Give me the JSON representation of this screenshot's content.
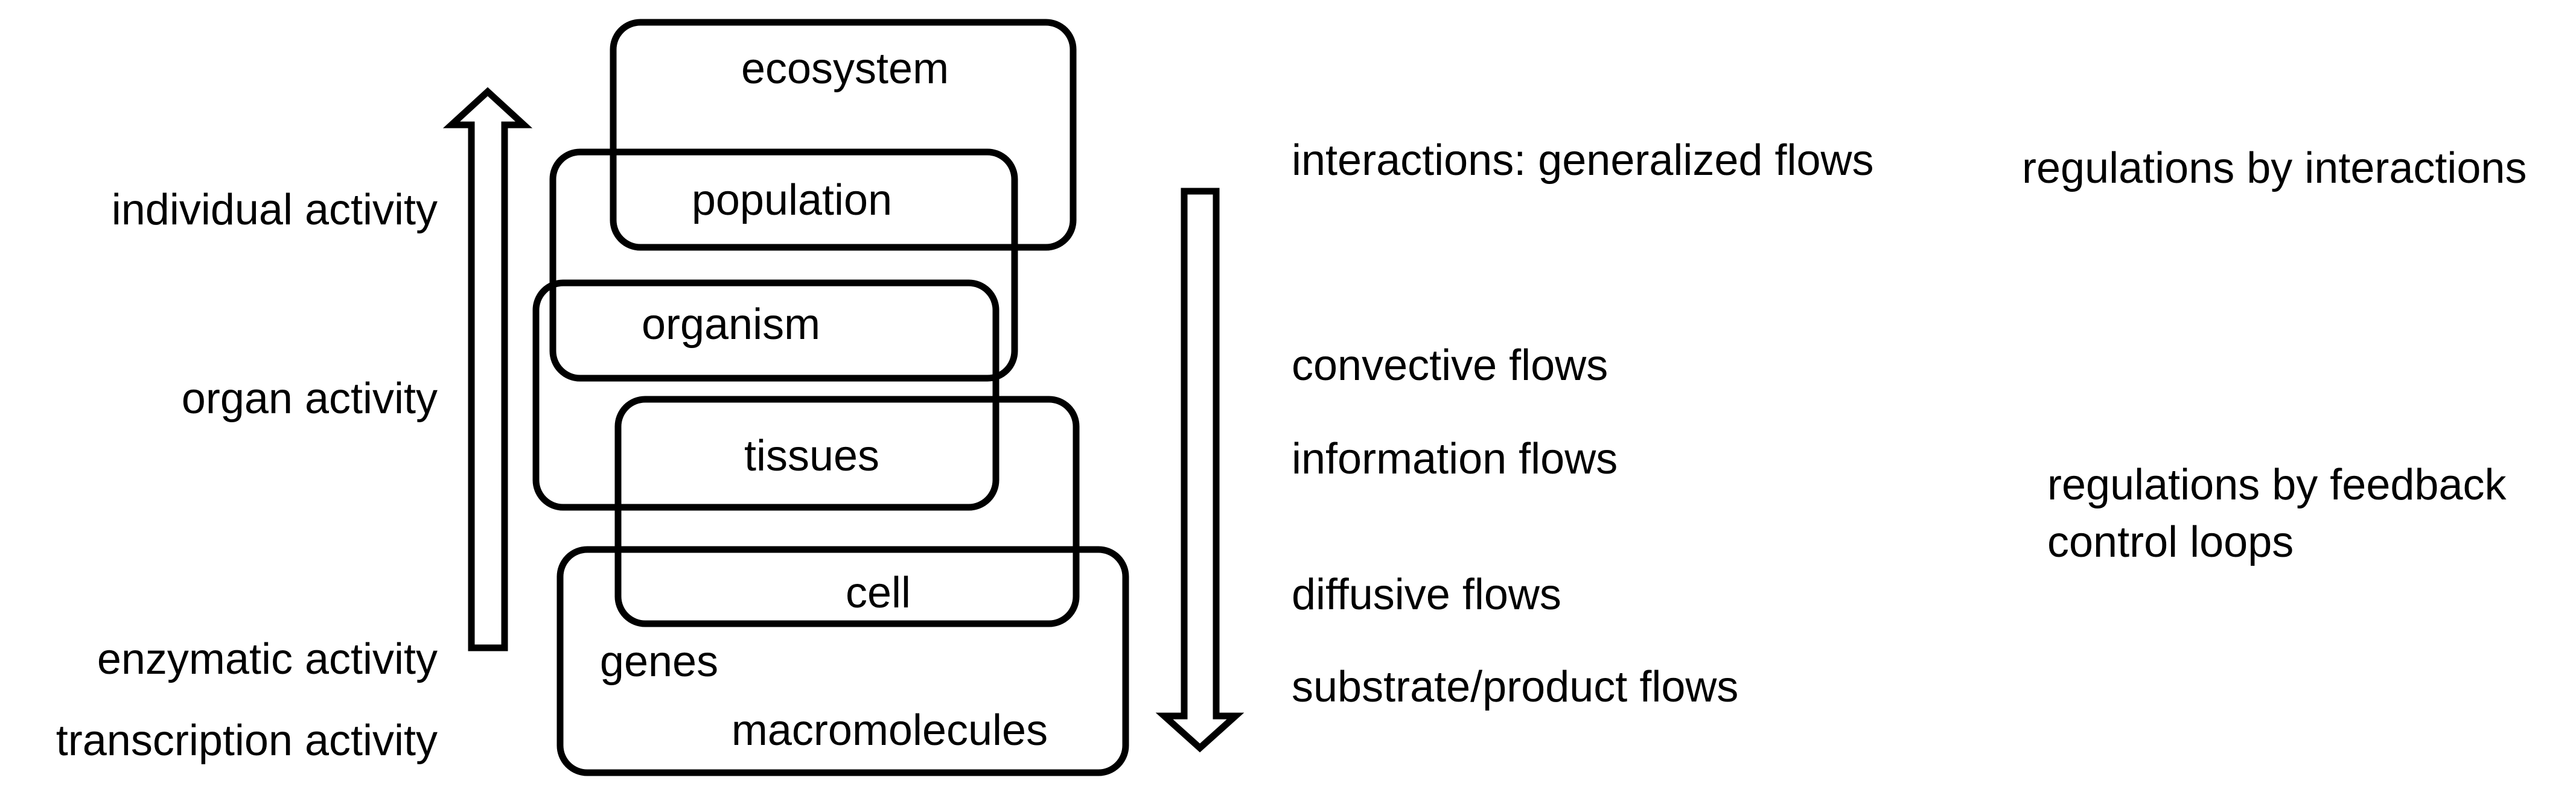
{
  "left_activities": {
    "individual": "individual activity",
    "organ": "organ activity",
    "enzymatic": "enzymatic activity",
    "transcription": "transcription activity"
  },
  "levels": {
    "ecosystem": "ecosystem",
    "population": "population",
    "organism": "organism",
    "tissues": "tissues",
    "cell": "cell",
    "genes": "genes",
    "macromolecules": "macromolecules"
  },
  "flows": {
    "interactions": "interactions: generalized flows",
    "convective": "convective flows",
    "information": "information flows",
    "diffusive": "diffusive flows",
    "substrate": "substrate/product flows"
  },
  "regulations": {
    "interactions": "regulations by interactions",
    "feedback_line1": "regulations by feedback",
    "feedback_line2": "control loops"
  }
}
